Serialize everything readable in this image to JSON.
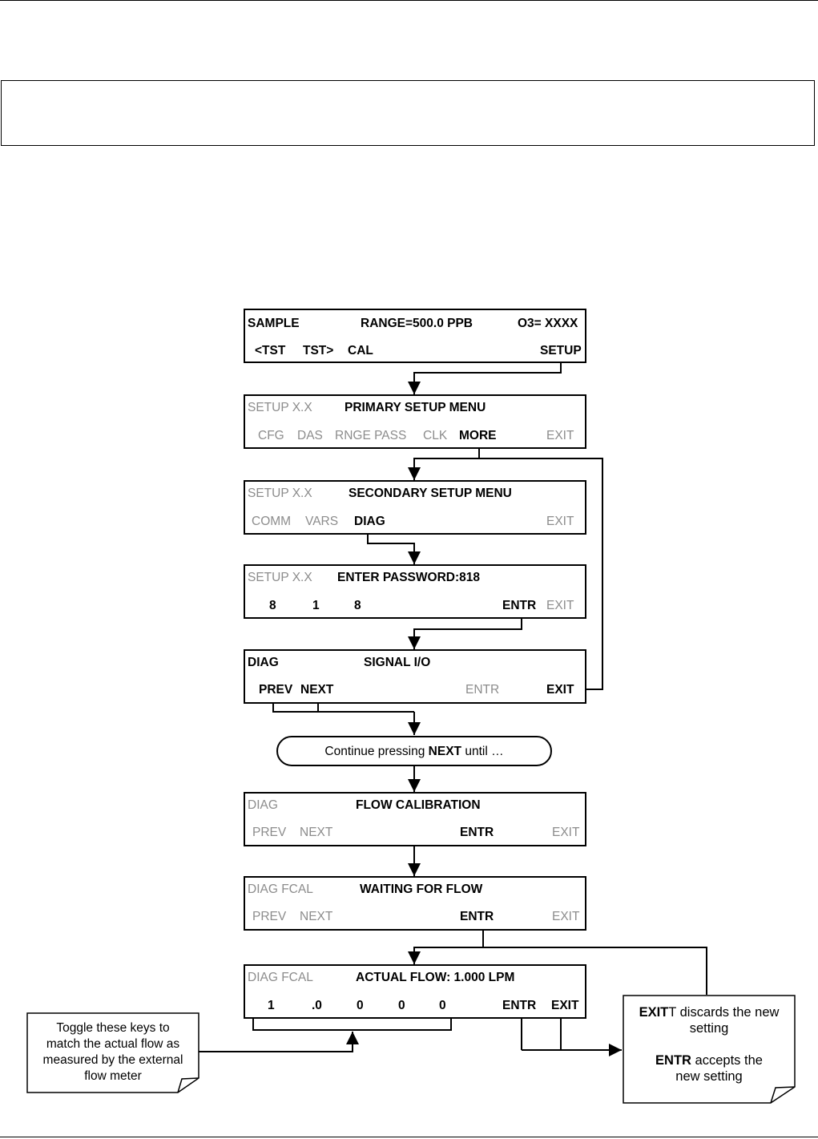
{
  "screens": [
    {
      "id": "sample",
      "row1": {
        "left": "SAMPLE",
        "center": "RANGE=500.0 PPB",
        "right": "O3= XXXX"
      },
      "keys": [
        "<TST",
        "TST>",
        "CAL",
        "SETUP"
      ]
    },
    {
      "id": "primary",
      "row1": {
        "left": "SETUP X.X",
        "center": "PRIMARY SETUP MENU"
      },
      "keys": [
        "CFG",
        "DAS",
        "RNGE PASS",
        "CLK",
        "MORE",
        "EXIT"
      ]
    },
    {
      "id": "secondary",
      "row1": {
        "left": "SETUP X.X",
        "center": "SECONDARY SETUP MENU"
      },
      "keys": [
        "COMM",
        "VARS",
        "DIAG",
        "EXIT"
      ]
    },
    {
      "id": "password",
      "row1": {
        "left": "SETUP X.X",
        "center": "ENTER PASSWORD:818"
      },
      "keys": [
        "8",
        "1",
        "8",
        "ENTR",
        "EXIT"
      ]
    },
    {
      "id": "signal",
      "row1": {
        "left": "DIAG",
        "center": "SIGNAL I/O"
      },
      "keys": [
        "PREV",
        "NEXT",
        "ENTR",
        "EXIT"
      ]
    },
    {
      "id": "flowcal",
      "row1": {
        "left": "DIAG",
        "center": "FLOW CALIBRATION"
      },
      "keys": [
        "PREV",
        "NEXT",
        "ENTR",
        "EXIT"
      ]
    },
    {
      "id": "waiting",
      "row1": {
        "left": "DIAG FCAL",
        "center": "WAITING FOR FLOW"
      },
      "keys": [
        "PREV",
        "NEXT",
        "ENTR",
        "EXIT"
      ]
    },
    {
      "id": "actual",
      "row1": {
        "left": "DIAG FCAL",
        "center": "ACTUAL FLOW: 1.000 LPM"
      },
      "keys": [
        "1",
        ".0",
        "0",
        "0",
        "0",
        "ENTR",
        "EXIT"
      ]
    }
  ],
  "continue_note": {
    "prefix": "Continue pressing ",
    "key": "NEXT",
    "suffix": " until …"
  },
  "left_callout": {
    "lines": [
      "Toggle these keys to",
      "match the actual flow as",
      "measured by the external",
      "flow meter"
    ]
  },
  "right_callout": {
    "exit_key": "EXIT",
    "exit_line1_rest": "T discards the new",
    "exit_line2": "setting",
    "entr_key": "ENTR",
    "entr_line1_rest": " accepts the",
    "entr_line2": "new setting"
  }
}
